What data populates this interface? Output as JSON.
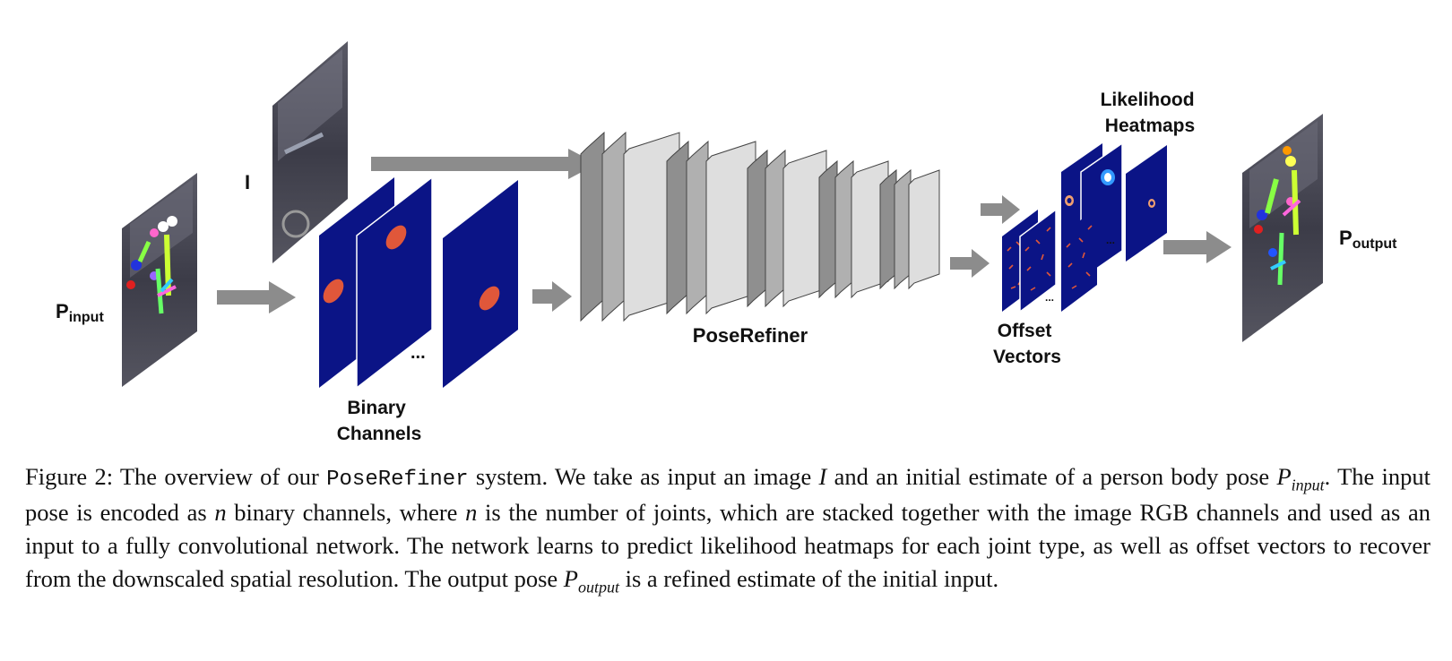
{
  "figure": {
    "labels": {
      "p_input_main": "P",
      "p_input_sub": "input",
      "image_symbol": "I",
      "binary_channels_line1": "Binary",
      "binary_channels_line2": "Channels",
      "ellipsis": "...",
      "pose_refiner": "PoseRefiner",
      "likelihood_line1": "Likelihood",
      "likelihood_line2": "Heatmaps",
      "offset_line1": "Offset",
      "offset_line2": "Vectors",
      "p_output_main": "P",
      "p_output_sub": "output"
    },
    "colors": {
      "channel_blue": "#0b1486",
      "joint_marker": "#e0573a",
      "arrow_gray": "#8c8c8c",
      "layer_dark": "#8f8f8f",
      "layer_mid": "#b0b0b0",
      "layer_light": "#dedede"
    }
  },
  "caption": {
    "fig_label": "Figure 2:",
    "t1": " The overview of our ",
    "system_name": "PoseRefiner",
    "t2": " system. We take as input an image ",
    "var_I": "I",
    "t3": " and an initial estimate of a person body pose ",
    "var_P": "P",
    "sub_input": "input",
    "t4": ". The input pose is encoded as ",
    "var_n1": "n",
    "t5": " binary channels, where ",
    "var_n2": "n",
    "t6": " is the number of joints, which are stacked together with the image RGB channels and used as an input to a fully convolutional network. The network learns to predict likelihood heatmaps for each joint type, as well as offset vectors to recover from the downscaled spatial resolution. The output pose ",
    "var_P2": "P",
    "sub_output": "output",
    "t7": " is a refined estimate of the initial input."
  }
}
